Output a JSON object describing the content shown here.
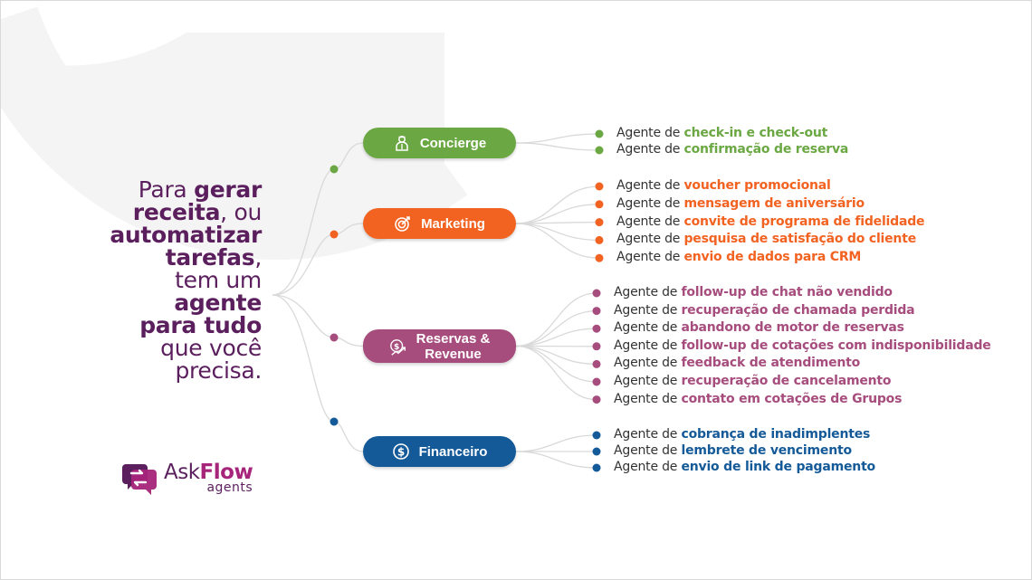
{
  "headline": {
    "lines": [
      [
        {
          "t": "Para ",
          "b": false
        },
        {
          "t": "gerar",
          "b": true
        }
      ],
      [
        {
          "t": "receita",
          "b": true
        },
        {
          "t": ", ou",
          "b": false
        }
      ],
      [
        {
          "t": "automatizar",
          "b": true
        }
      ],
      [
        {
          "t": "tarefas",
          "b": true
        },
        {
          "t": ",",
          "b": false
        }
      ],
      [
        {
          "t": "tem um",
          "b": false
        }
      ],
      [
        {
          "t": "agente",
          "b": true
        }
      ],
      [
        {
          "t": "para tudo",
          "b": true
        }
      ],
      [
        {
          "t": "que você",
          "b": false
        }
      ],
      [
        {
          "t": "precisa.",
          "b": false
        }
      ]
    ]
  },
  "colors": {
    "concierge": "#6ba843",
    "marketing": "#f26322",
    "reservas": "#a64d7e",
    "financeiro": "#155a98",
    "headline": "#5b1f5e"
  },
  "categories": [
    {
      "id": "concierge",
      "label": "Concierge",
      "icon": "concierge-person-icon",
      "agents": [
        {
          "prefix": "Agente de ",
          "highlight": "check-in e check-out"
        },
        {
          "prefix": "Agente de ",
          "highlight": "confirmação de reserva"
        }
      ]
    },
    {
      "id": "marketing",
      "label": "Marketing",
      "icon": "target-icon",
      "agents": [
        {
          "prefix": "Agente de ",
          "highlight": "voucher promocional"
        },
        {
          "prefix": "Agente de ",
          "highlight": "mensagem de aniversário"
        },
        {
          "prefix": "Agente de ",
          "highlight": "convite de programa de fidelidade"
        },
        {
          "prefix": "Agente de ",
          "highlight": "pesquisa de satisfação do cliente"
        },
        {
          "prefix": "Agente de ",
          "highlight": "envio de dados para CRM"
        }
      ]
    },
    {
      "id": "reservas",
      "label": "Reservas &\nRevenue",
      "icon": "revenue-growth-icon",
      "agents": [
        {
          "prefix": "Agente de ",
          "highlight": "follow-up de chat não vendido"
        },
        {
          "prefix": "Agente de ",
          "highlight": "recuperação de chamada perdida"
        },
        {
          "prefix": "Agente de ",
          "highlight": "abandono de motor de reservas"
        },
        {
          "prefix": "Agente de ",
          "highlight": "follow-up de cotações com indisponibilidade"
        },
        {
          "prefix": "Agente de ",
          "highlight": "feedback de atendimento"
        },
        {
          "prefix": "Agente de ",
          "highlight": "recuperação de cancelamento"
        },
        {
          "prefix": "Agente de ",
          "highlight": "contato em cotações de Grupos"
        }
      ]
    },
    {
      "id": "financeiro",
      "label": "Financeiro",
      "icon": "dollar-coin-icon",
      "agents": [
        {
          "prefix": "Agente de ",
          "highlight": "cobrança de inadimplentes"
        },
        {
          "prefix": "Agente de ",
          "highlight": "lembrete de vencimento"
        },
        {
          "prefix": "Agente de ",
          "highlight": "envio de link de pagamento"
        }
      ]
    }
  ],
  "logo": {
    "word_1": "Ask",
    "word_2": "Flow",
    "sub": "agents",
    "color_1": "#5b1f5e",
    "color_2": "#a6247a",
    "icon": "askflow-chat-arrows-icon"
  }
}
